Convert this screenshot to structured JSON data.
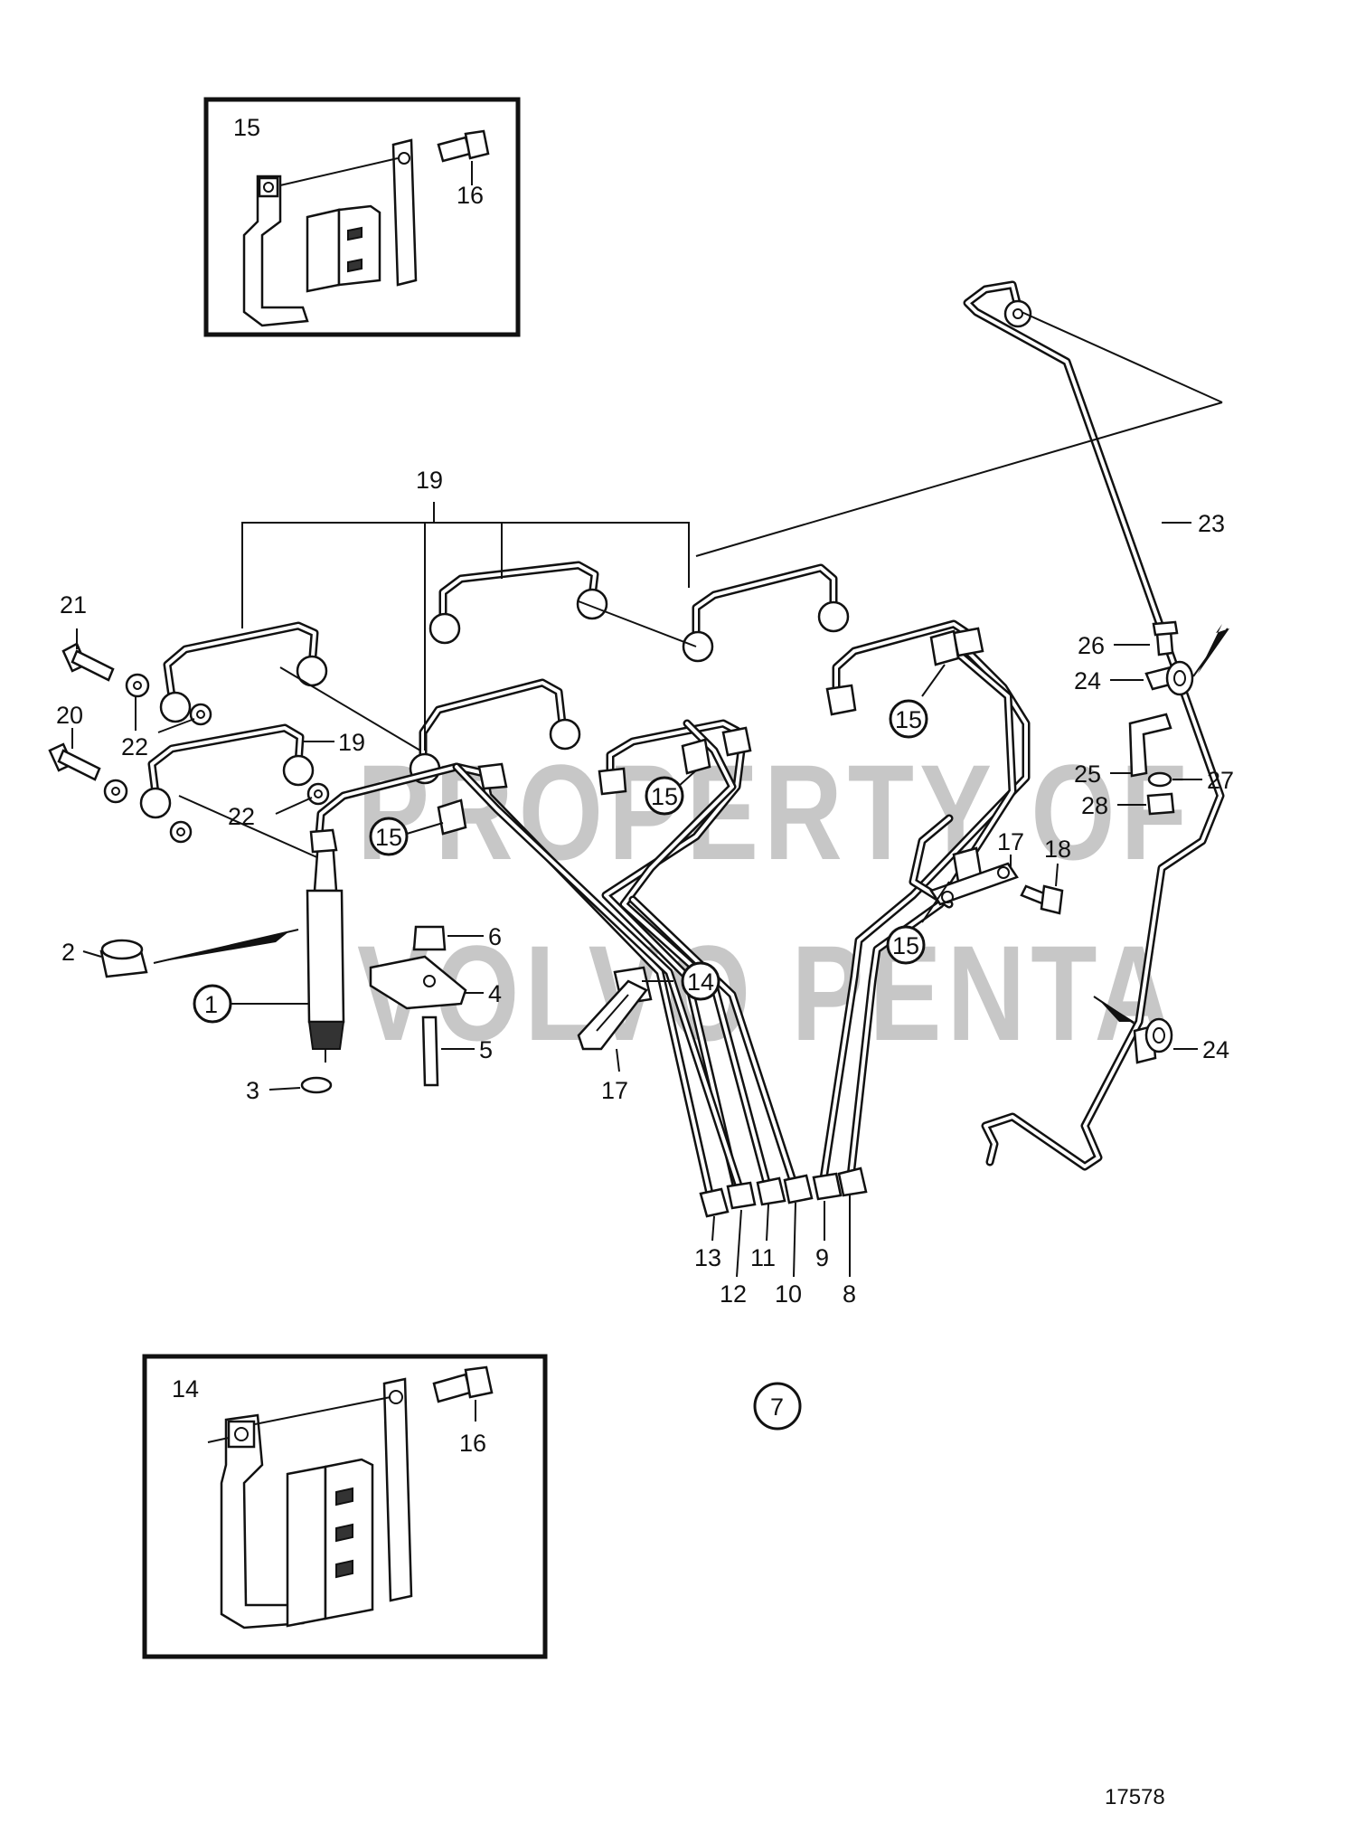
{
  "callouts": {
    "c1": "1",
    "c2": "2",
    "c3": "3",
    "c4": "4",
    "c5": "5",
    "c6": "6",
    "c7": "7",
    "c8": "8",
    "c9": "9",
    "c10": "10",
    "c11": "11",
    "c12": "12",
    "c13": "13",
    "c14": "14",
    "c14_inset": "14",
    "c15_inset": "15",
    "c15_a": "15",
    "c15_b": "15",
    "c15_c": "15",
    "c15_d": "15",
    "c16_top": "16",
    "c16_bottom": "16",
    "c17_left": "17",
    "c17_right": "17",
    "c18": "18",
    "c19_top": "19",
    "c19_side": "19",
    "c20": "20",
    "c21": "21",
    "c22_a": "22",
    "c22_b": "22",
    "c23": "23",
    "c24_a": "24",
    "c24_b": "24",
    "c25": "25",
    "c26": "26",
    "c27": "27",
    "c28": "28"
  },
  "watermark": {
    "line1": "PROPERTY OF",
    "line2": "VOLVO PENTA"
  },
  "figure_number": "17578"
}
